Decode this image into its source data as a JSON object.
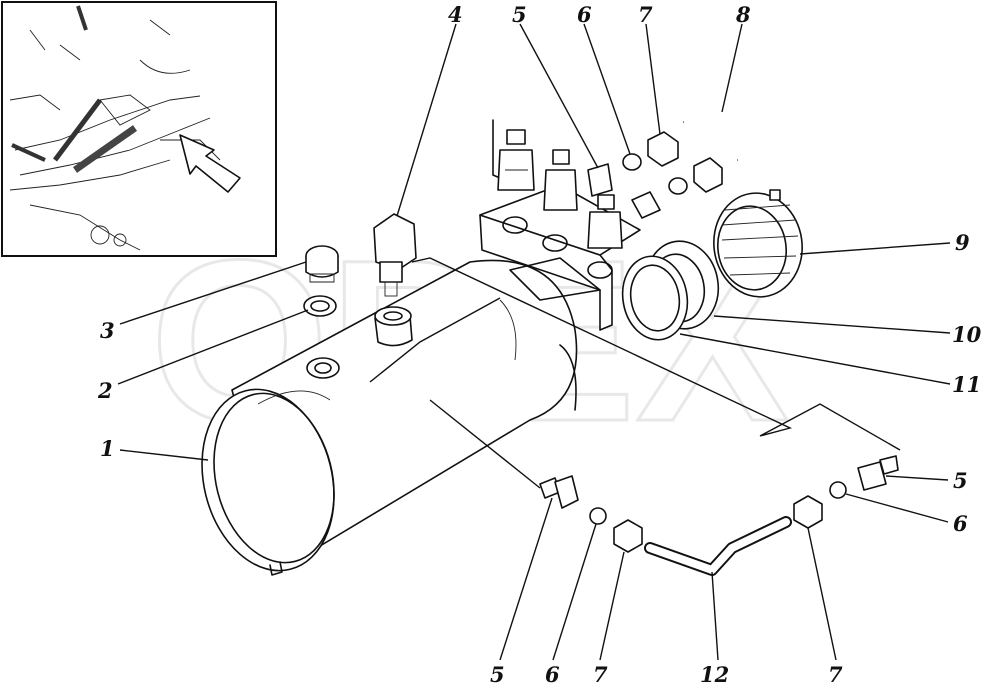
{
  "watermark": {
    "text": "OPEX"
  },
  "callouts": {
    "c1": "1",
    "c2": "2",
    "c3": "3",
    "c4": "4",
    "c5_top": "5",
    "c6_top": "6",
    "c7_top": "7",
    "c8": "8",
    "c9": "9",
    "c10": "10",
    "c11": "11",
    "c5_right": "5",
    "c6_right": "6",
    "c5_bottom": "5",
    "c6_bottom": "6",
    "c7_bottom_left": "7",
    "c12": "12",
    "c7_bottom_right": "7"
  }
}
